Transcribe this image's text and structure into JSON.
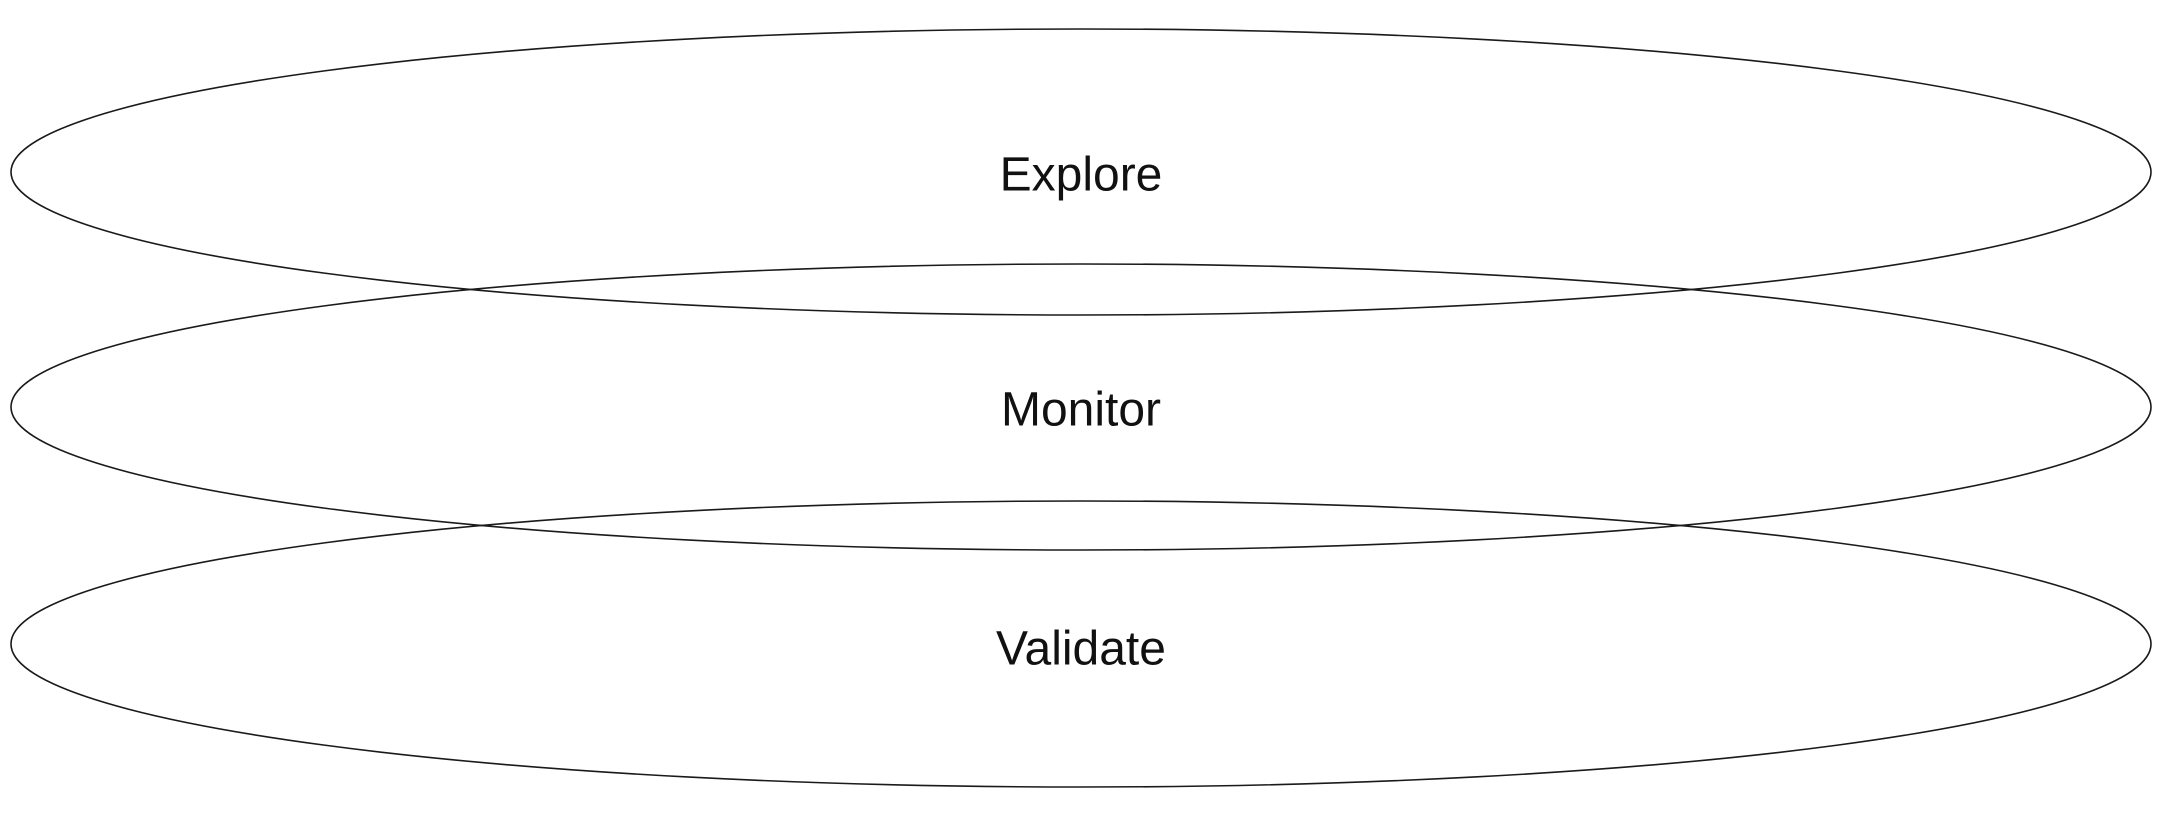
{
  "colors": {
    "stroke": "#1a1a1a",
    "text": "#111111",
    "background": "#ffffff"
  },
  "layers": [
    {
      "label": "Explore"
    },
    {
      "label": "Monitor"
    },
    {
      "label": "Validate"
    }
  ]
}
